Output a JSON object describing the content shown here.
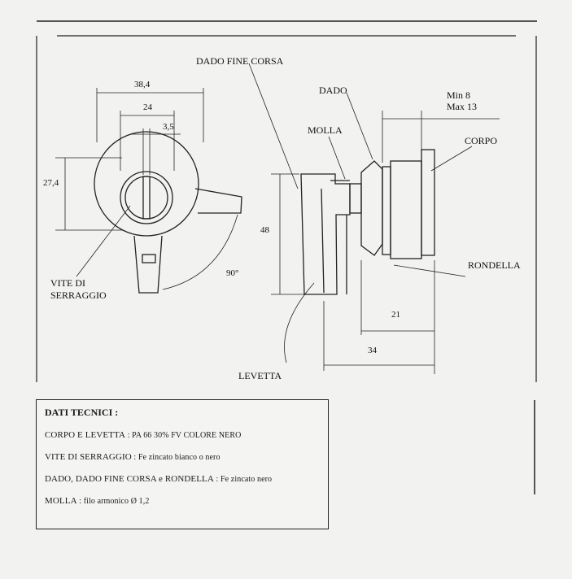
{
  "labels": {
    "dado_fine_corsa": "DADO FINE CORSA",
    "dado": "DADO",
    "molla": "MOLLA",
    "corpo": "CORPO",
    "rondella": "RONDELLA",
    "levetta": "LEVETTA",
    "vite_line1": "VITE DI",
    "vite_line2": "SERRAGGIO",
    "min": "Min 8",
    "max": "Max 13"
  },
  "dimensions": {
    "d384": "38,4",
    "d24": "24",
    "d35": "3,5",
    "d274": "27,4",
    "d90": "90°",
    "d48": "48",
    "d21": "21",
    "d34": "34"
  },
  "specs": {
    "title": "DATI TECNICI :",
    "rows": [
      {
        "key": "CORPO E  LEVETTA",
        "value": " : PA 66 30% FV  COLORE  NERO"
      },
      {
        "key": "VITE DI SERRAGGIO",
        "value": " : Fe zincato bianco o nero"
      },
      {
        "key": "DADO, DADO FINE CORSA e RONDELLA",
        "value": " : Fe zincato nero"
      },
      {
        "key": "MOLLA",
        "value": " : filo armonico Ø 1,2"
      }
    ]
  },
  "colors": {
    "ink": "#1a1a1a",
    "paper": "#f2f2f0"
  }
}
